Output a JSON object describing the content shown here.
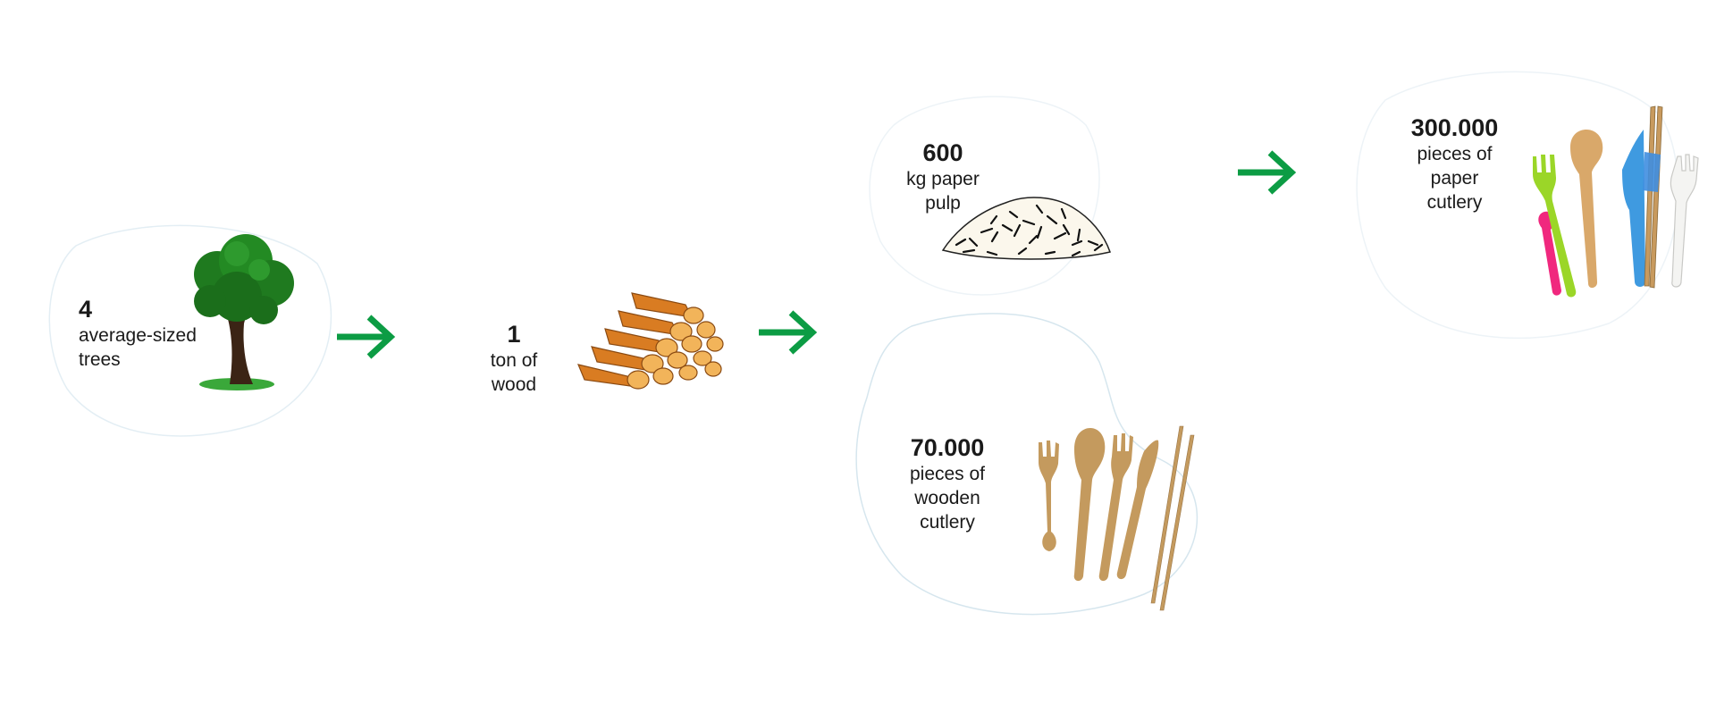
{
  "colors": {
    "arrow": "#0c9c44",
    "blob_outline": "#dbeaf2"
  },
  "steps": [
    {
      "number": "4",
      "lines": [
        "average-sized",
        "trees"
      ],
      "icon": "tree-icon"
    },
    {
      "number": "1",
      "lines": [
        "ton of",
        "wood"
      ],
      "icon": "log-pile-icon"
    },
    {
      "number": "600",
      "lines": [
        "kg paper",
        "pulp"
      ],
      "icon": "paper-pulp-icon"
    },
    {
      "number": "300.000",
      "lines": [
        "pieces of",
        "paper",
        "cutlery"
      ],
      "icon": "paper-cutlery-icon"
    },
    {
      "number": "70.000",
      "lines": [
        "pieces of",
        "wooden",
        "cutlery"
      ],
      "icon": "wooden-cutlery-icon"
    }
  ]
}
